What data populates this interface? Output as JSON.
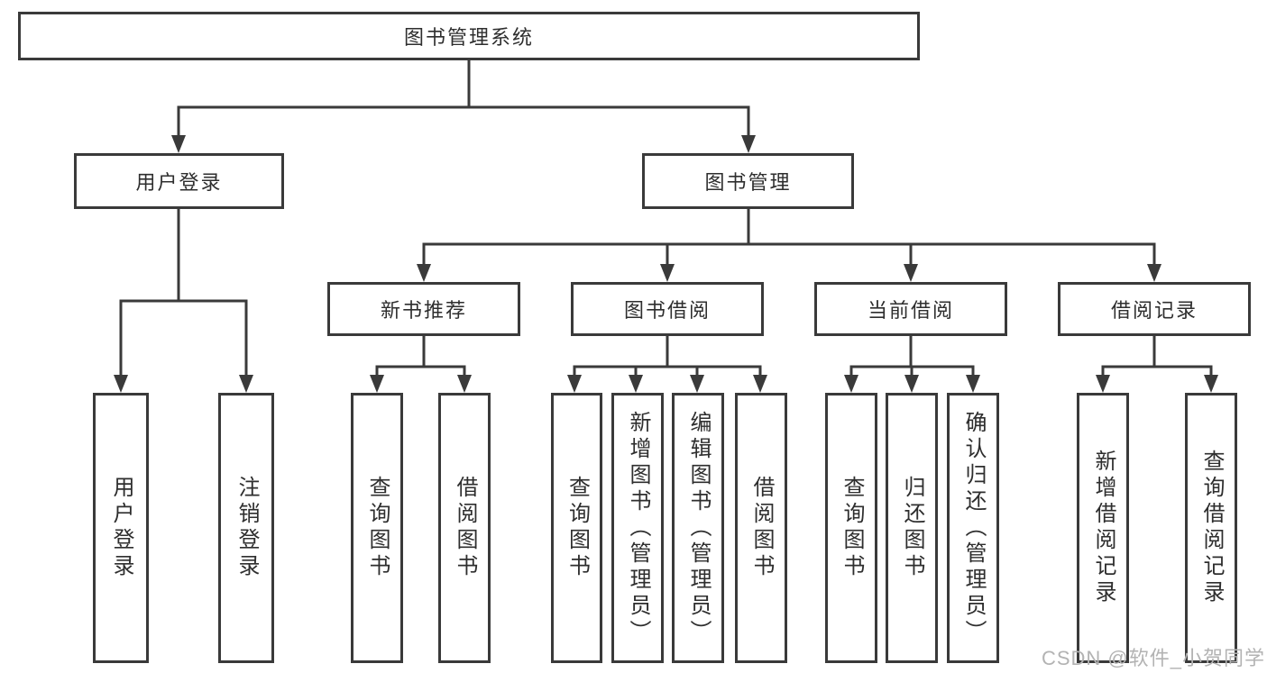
{
  "colors": {
    "line": "#3a3a3a",
    "text": "#2e2e2e",
    "background": "#ffffff",
    "watermark": "#b3b3b3"
  },
  "watermark": {
    "text": "CSDN @软件_小贺同学"
  },
  "diagram": {
    "root": {
      "label": "图书管理系统"
    },
    "level2": {
      "user_login": {
        "label": "用户登录",
        "children": [
          "用户登录",
          "注销登录"
        ]
      },
      "book_management": {
        "label": "图书管理",
        "groups": {
          "new_book_recommend": {
            "label": "新书推荐",
            "children": [
              "查询图书",
              "借阅图书"
            ]
          },
          "book_borrowing": {
            "label": "图书借阅",
            "children": [
              "查询图书",
              "新增图书（管理员）",
              "编辑图书（管理员）",
              "借阅图书"
            ]
          },
          "current_borrowing": {
            "label": "当前借阅",
            "children": [
              "查询图书",
              "归还图书",
              "确认归还（管理员）"
            ]
          },
          "borrowing_records": {
            "label": "借阅记录",
            "children": [
              "新增借阅记录",
              "查询借阅记录"
            ]
          }
        }
      }
    }
  }
}
